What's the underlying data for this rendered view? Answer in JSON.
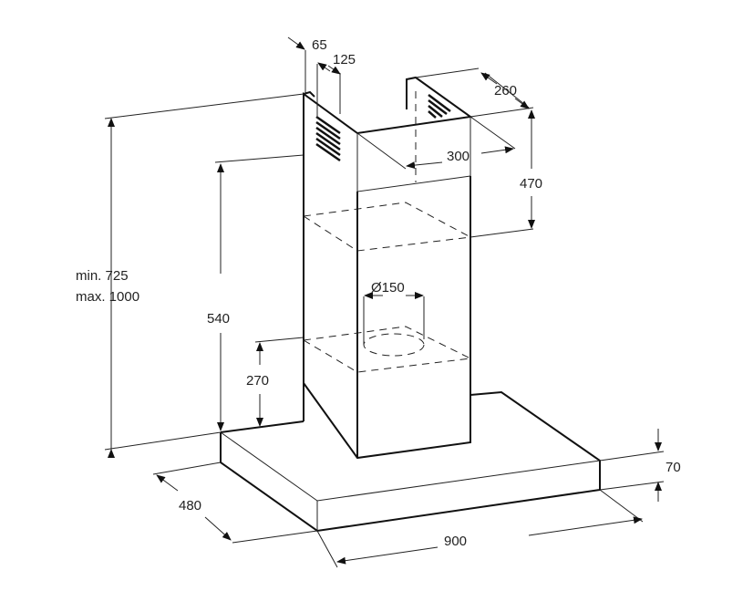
{
  "title": "Chimney cooker hood dimensions",
  "dimensions": {
    "d65": "65",
    "d125": "125",
    "d260": "260",
    "d300": "300",
    "d470": "470",
    "height_min": "min. 725",
    "height_max": "max. 1000",
    "d540": "540",
    "d150": "Ø150",
    "d270": "270",
    "d70": "70",
    "d480": "480",
    "d900": "900"
  },
  "colors": {
    "line": "#111111",
    "background": "#ffffff"
  }
}
